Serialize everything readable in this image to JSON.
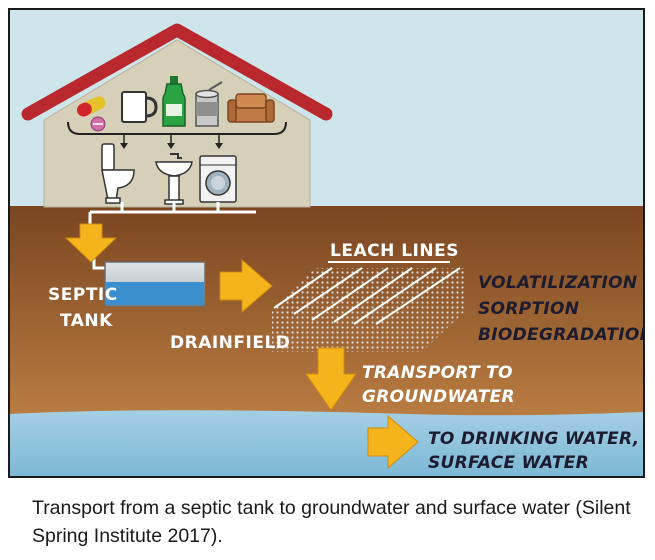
{
  "diagram": {
    "labels": {
      "septic_tank": [
        "SEPTIC",
        "TANK"
      ],
      "leach_lines": "LEACH LINES",
      "drainfield": "DRAINFIELD",
      "processes": [
        "VOLATILIZATION",
        "SORPTION",
        "BIODEGRADATION"
      ],
      "transport_gw": [
        "TRANSPORT TO",
        "GROUNDWATER"
      ],
      "drinking": [
        "TO DRINKING WATER,",
        "SURFACE WATER"
      ]
    },
    "household_items": [
      "pills-icon",
      "mug-icon",
      "bottle-icon",
      "can-icon",
      "sofa-icon"
    ],
    "fixtures": [
      "toilet-icon",
      "sink-icon",
      "washing-machine-icon"
    ],
    "colors": {
      "sky": "#cfe5ec",
      "roof": "#b8282c",
      "house": "#d8d2bb",
      "soil_top": "#7d4a22",
      "soil_bottom": "#b5783f",
      "water": "#8fc3dc",
      "arrow": "#f6b41c",
      "tank_water": "#3b8fcf"
    }
  },
  "caption": "Transport from a septic tank to groundwater and surface water (Silent Spring Institute 2017)."
}
